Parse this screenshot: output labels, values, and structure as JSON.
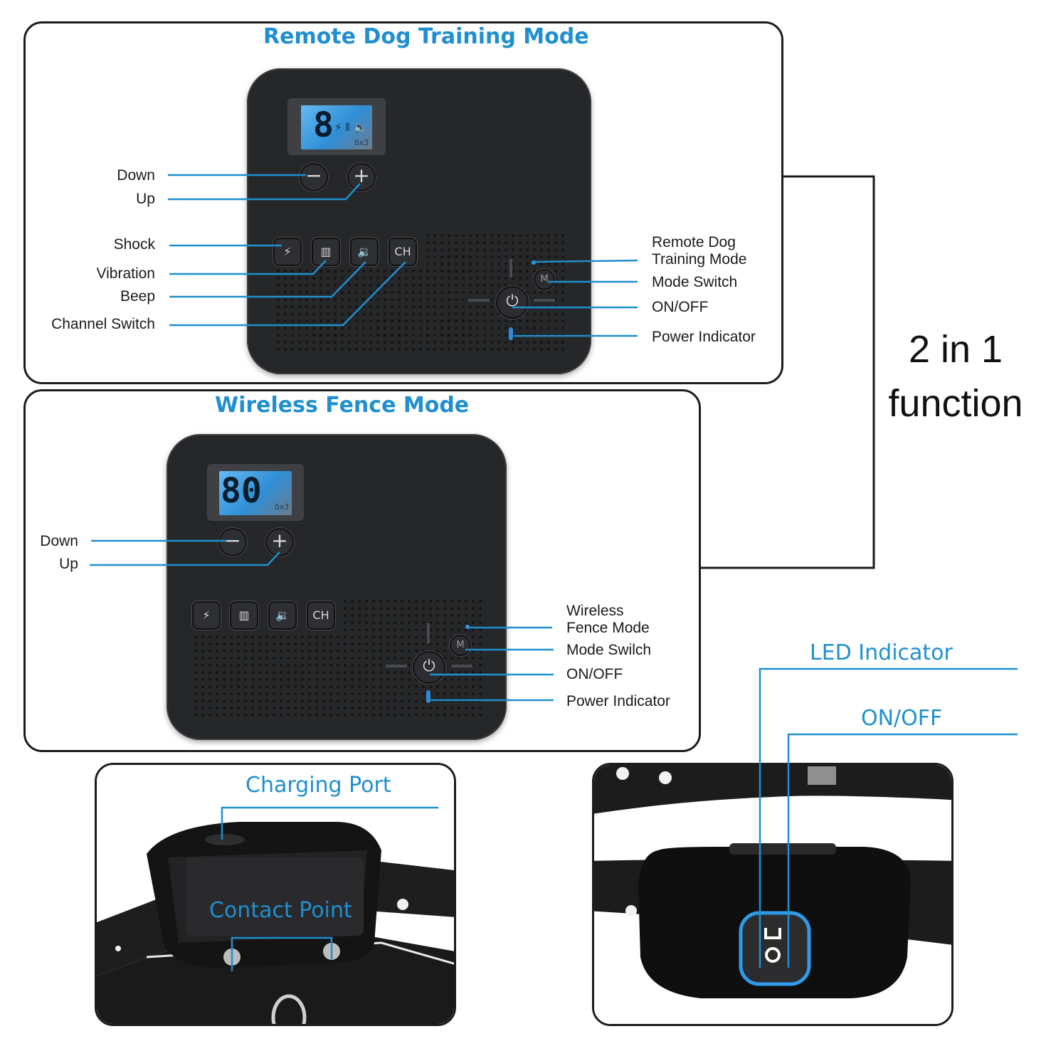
{
  "training_panel": {
    "title": "Remote Dog Training Mode",
    "lcd": {
      "digit": "8",
      "icons": "⚡ ⦀ 🔈",
      "small": "δx3"
    },
    "labels": {
      "down": "Down",
      "up": "Up",
      "shock": "Shock",
      "vibration": "Vibration",
      "beep": "Beep",
      "channel_switch": "Channel Switch",
      "remote_mode_line1": "Remote Dog",
      "remote_mode_line2": "Training Mode",
      "mode_switch": "Mode Switch",
      "on_off": "ON/OFF",
      "power_indicator": "Power Indicator"
    },
    "buttons": {
      "minus": "−",
      "plus": "+",
      "shock": "⚡",
      "vibration": "▥",
      "beep": "🔉",
      "channel": "CH",
      "mode": "M",
      "power": "⏻"
    }
  },
  "fence_panel": {
    "title": "Wireless Fence Mode",
    "lcd": {
      "digit": "80",
      "small": "δx3"
    },
    "labels": {
      "down": "Down",
      "up": "Up",
      "fence_mode_line1": "Wireless",
      "fence_mode_line2": "Fence Mode",
      "mode_switch": "Mode Swilch",
      "on_off": "ON/OFF",
      "power_indicator": "Power Indicator"
    },
    "buttons": {
      "minus": "−",
      "plus": "+",
      "shock": "⚡",
      "vibration": "▥",
      "beep": "🔉",
      "channel": "CH",
      "mode": "M",
      "power": "⏻"
    }
  },
  "side_text": {
    "line1": "2 in 1",
    "line2": "function"
  },
  "collar_back": {
    "charging_port": "Charging Port",
    "contact_point": "Contact Point"
  },
  "collar_front": {
    "led_indicator": "LED Indicator",
    "on_off": "ON/OFF"
  },
  "colors": {
    "accent": "#1f8fd0",
    "device": "#262729",
    "lcd": "#4aa8ea"
  }
}
